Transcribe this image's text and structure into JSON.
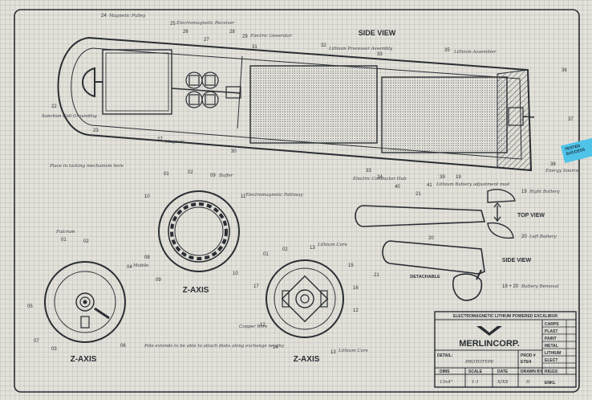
{
  "titles": {
    "side_view_top": "SIDE VIEW",
    "top_view": "TOP VIEW",
    "side_view_small": "SIDE VIEW",
    "z_axis_left": "Z-AXIS",
    "z_axis_middle": "Z-AXIS",
    "z_axis_right": "Z-AXIS",
    "detachable": "DETACHABLE"
  },
  "callouts_side": [
    "24",
    "25",
    "26",
    "27",
    "28",
    "29",
    "31",
    "32",
    "33",
    "35",
    "36",
    "37",
    "38",
    "22",
    "23",
    "27",
    "30",
    "33",
    "34",
    "40",
    "21",
    "41",
    "39",
    "19"
  ],
  "callouts_top": [
    "19",
    "20",
    "20"
  ],
  "callouts_small_side": [
    "21",
    "19 + 20"
  ],
  "callouts_zaxis_left": [
    "01",
    "02",
    "04",
    "05",
    "07",
    "03",
    "06"
  ],
  "callouts_zaxis_middle": [
    "01",
    "02",
    "09",
    "10",
    "11",
    "08",
    "09",
    "10"
  ],
  "callouts_zaxis_right": [
    "01",
    "02",
    "13",
    "15",
    "16",
    "17",
    "12",
    "12",
    "14",
    "13"
  ],
  "handwritten": {
    "n24": "Magnetic Pulley",
    "n25": "Electromagnetic Receiver",
    "n29": "Electric Generator",
    "n32": "Lithium Processor Assembly",
    "n35": "Lithium Assembler",
    "n22": "Sanction Coil Grounding",
    "n27": "Magnets",
    "side_note": "Place in locking mechanism here",
    "n33": "Electric Conductor Hub",
    "n39": "Lithium Battery adjustment mod",
    "n38": "Energy Source",
    "n09": "Buffer",
    "n11": "Electromagnetic Pathway",
    "n01": "Fulcrum",
    "n04": "Mobile",
    "n19": "Right Battery",
    "n20": "Left Battery",
    "n1920": "Battery Removal",
    "n13a": "Lithium Core",
    "n13b": "Lithium Core",
    "n12": "Copper Wire",
    "bottom_note": "Pole extends to be able to attach disks along exchange nearby"
  },
  "title_block": {
    "heading": "ELECTROMAGNETIC LITHIUM POWERED EXCALIBUR",
    "company": "MERLINCORP.",
    "parts": [
      "CARPS",
      "PLAST",
      "PAINT",
      "METAL",
      "LITHIUM",
      "ELECT",
      "RIGGS",
      "ENKL"
    ],
    "detail_label": "DETAIL:",
    "detail_value": "PROTOTYPE",
    "prod_label": "PROD #",
    "prod_value": "ET6/4",
    "dims_label": "DIMS",
    "dims_value": "13x4\"",
    "scale_label": "SCALE",
    "scale_value": "1:1",
    "date_label": "DATE",
    "date_value": "X/XX",
    "drawn_label": "DRAWN BY",
    "drawn_value": "D"
  },
  "stamp_text": "TESTED SUCCESS",
  "colors": {
    "ink": "#2a2d33",
    "paper": "#e3e1d8",
    "stamp": "#4fc3e8"
  }
}
